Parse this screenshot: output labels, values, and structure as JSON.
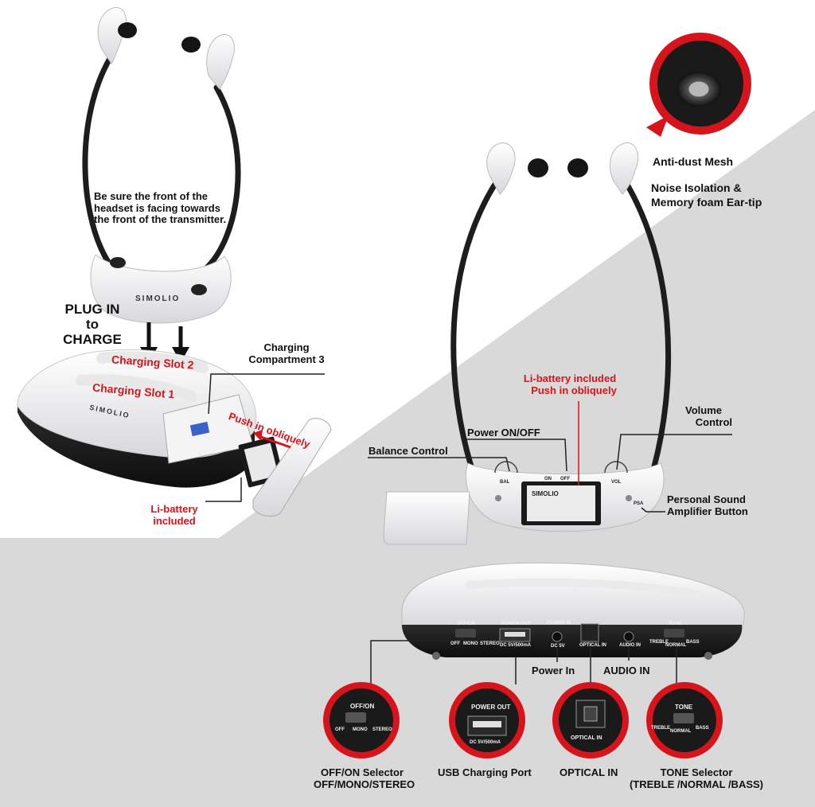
{
  "brand": "SIMOLIO",
  "colors": {
    "accent_red": "#d6141b",
    "dark_band": "#1c1c1c",
    "background_gray": "#d9d9d9"
  },
  "left_panel": {
    "orientation_note": [
      "Be sure the front of the",
      "headset is facing towards",
      "the front of the transmitter."
    ],
    "plug_in": [
      "PLUG IN",
      "to",
      "CHARGE"
    ],
    "charging_compartment": [
      "Charging",
      "Compartment 3"
    ],
    "charging_slot_2": "Charging Slot 2",
    "charging_slot_1": "Charging Slot 1",
    "push_in_obliquely": "Push in obliquely",
    "li_battery": [
      "Li-battery",
      "included"
    ]
  },
  "right_panel": {
    "anti_dust": "Anti-dust Mesh",
    "noise_isolation": [
      "Noise Isolation &",
      "Memory foam Ear-tip"
    ],
    "li_battery_included": [
      "Li-battery included",
      "Push in obliquely"
    ],
    "volume_control": [
      "Volume",
      "Control"
    ],
    "power_on_off": "Power ON/OFF",
    "balance_control": "Balance Control",
    "personal_sound": [
      "Personal Sound",
      "Amplifier Button"
    ],
    "headset_marks": {
      "on": "ON",
      "off": "OFF",
      "bal": "BAL",
      "vol": "VOL",
      "psa": "PSA"
    }
  },
  "back_panel": {
    "labels": {
      "power_in": "Power In",
      "audio_in": "AUDIO IN"
    },
    "ports": {
      "off_on": "OFF/ON",
      "off": "OFF",
      "mono": "MONO",
      "stereo": "STEREO",
      "power_out": "POWER OUT",
      "dc_5v": "DC 5V/500mA",
      "power_in": "POWER IN",
      "dc_in": "DC 5V",
      "optical_in": "OPTICAL IN",
      "audio_in": "AUDIO IN",
      "tone": "TONE",
      "treble": "TREBLE",
      "normal": "NORMAL",
      "bass": "BASS"
    }
  },
  "callouts": {
    "off_on_selector": [
      "OFF/ON Selector",
      "OFF/MONO/STEREO"
    ],
    "usb_charging_port": "USB Charging Port",
    "optical_in": "OPTICAL IN",
    "tone_selector": [
      "TONE Selector",
      "(TREBLE /NORMAL /BASS)"
    ],
    "zoom_off_on": {
      "title": "OFF/ON",
      "off": "OFF",
      "mono": "MONO",
      "stereo": "STEREO"
    },
    "zoom_usb": {
      "title": "POWER OUT",
      "spec": "DC 5V/500mA"
    },
    "zoom_optical": {
      "title": "OPTICAL IN"
    },
    "zoom_tone": {
      "title": "TONE",
      "treble": "TREBLE",
      "normal": "NORMAL",
      "bass": "BASS"
    }
  }
}
